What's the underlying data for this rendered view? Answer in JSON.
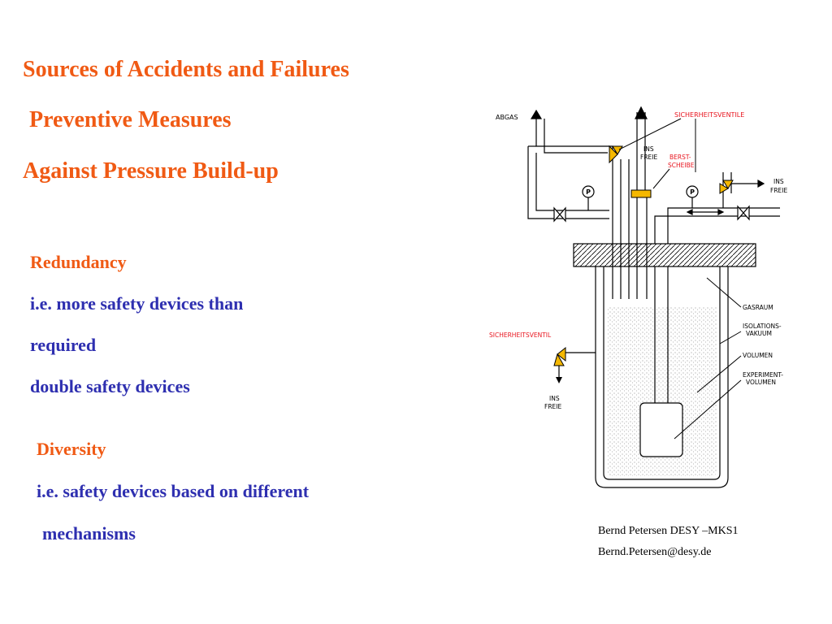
{
  "title": {
    "line1": "Sources of Accidents and Failures",
    "line2": "Preventive Measures",
    "line3": "Against Pressure Build-up"
  },
  "redundancy": {
    "heading": "Redundancy",
    "line1": "i.e. more safety devices than",
    "line2": "required",
    "line3": "double safety devices"
  },
  "diversity": {
    "heading": "Diversity",
    "line1": "i.e. safety devices based on different",
    "line2": "mechanisms"
  },
  "diagram": {
    "abgas": "ABGAS",
    "sicherheitsventile": "SICHERHEITSVENTILE",
    "ins_freie_top_1": "INS",
    "ins_freie_top_2": "FREIE",
    "berst_1": "BERST-",
    "berst_2": "SCHEIBE",
    "ins_freie_right_1": "INS",
    "ins_freie_right_2": "FREIE",
    "gauge_label": "P",
    "gasraum": "GASRAUM",
    "isolation_1": "ISOLATIONS-",
    "isolation_2": "VAKUUM",
    "volumen": "VOLUMEN",
    "experiment_1": "EXPERIMENT-",
    "experiment_2": "VOLUMEN",
    "sicherheitsventil": "SICHERHEITSVENTIL",
    "ins_freie_left_1": "INS",
    "ins_freie_left_2": "FREIE",
    "colors": {
      "valve": "#f5b800",
      "label_red": "#e8141e",
      "line": "#000000"
    }
  },
  "footer": {
    "author": "Bernd Petersen DESY –MKS1",
    "email": "Bernd.Petersen@desy.de"
  }
}
